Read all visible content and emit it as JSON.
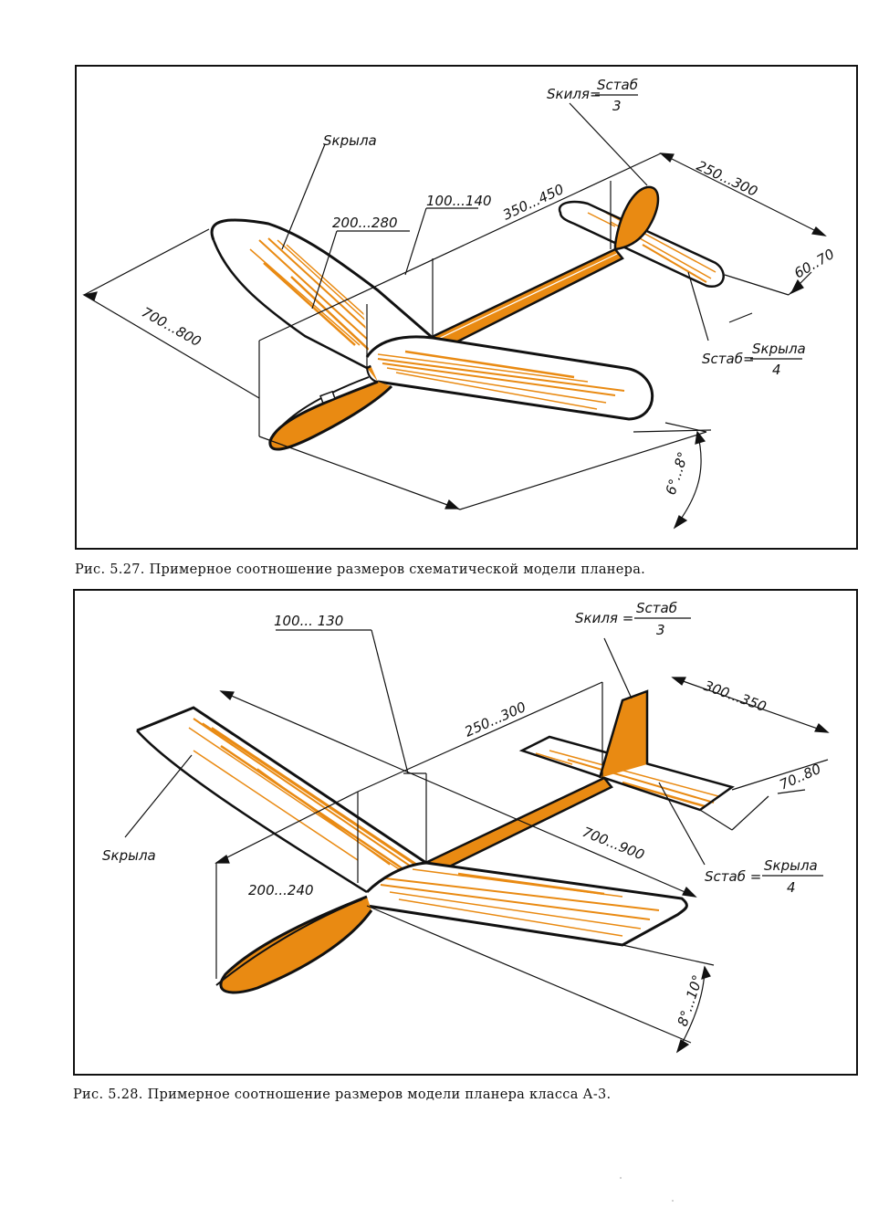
{
  "colors": {
    "wood": "#e98a12",
    "ink": "#111111",
    "paper": "#ffffff"
  },
  "figure1": {
    "caption": "Рис. 5.27. Примерное соотношение размеров схематической модели планера.",
    "labels": {
      "wing_area": "Sкрыла",
      "fin_formula_lhs": "Sкиля=",
      "fin_formula_num": "Sстаб",
      "fin_formula_den": "3",
      "stab_formula_lhs": "Sстаб=",
      "stab_formula_num": "Sкрыла",
      "stab_formula_den": "4",
      "span": "700...800",
      "root_chord": "200...280",
      "wing_offset": "100...140",
      "tail_arm": "350...450",
      "stab_span": "250...300",
      "stab_chord": "60..70",
      "dihedral": "6°...8°"
    }
  },
  "figure2": {
    "caption": "Рис. 5.28. Примерное соотношение размеров модели планера класса А-3.",
    "labels": {
      "wing_area": "Sкрыла",
      "fin_formula_lhs": "Sкиля =",
      "fin_formula_num": "Sстаб",
      "fin_formula_den": "3",
      "stab_formula_lhs": "Sстаб =",
      "stab_formula_num": "Sкрыла",
      "stab_formula_den": "4",
      "span": "700...900",
      "root_chord": "200...240",
      "wing_offset": "100... 130",
      "tail_arm": "250...300",
      "stab_span": "300...350",
      "stab_chord": "70..80",
      "dihedral": "8°...10°"
    }
  }
}
